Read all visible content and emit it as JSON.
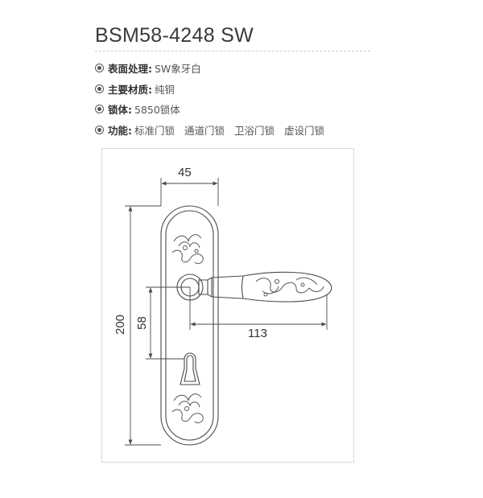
{
  "product": {
    "model": "BSM58-4248 SW"
  },
  "specs": [
    {
      "icon": "surface-icon",
      "label": "表面处理:",
      "values": [
        "SW象牙白"
      ]
    },
    {
      "icon": "material-icon",
      "label": "主要材质:",
      "values": [
        "纯铜"
      ]
    },
    {
      "icon": "lock-body-icon",
      "label": "锁体:",
      "values": [
        "5850锁体"
      ]
    },
    {
      "icon": "function-icon",
      "label": "功能:",
      "values": [
        "标准门锁",
        "通道门锁",
        "卫浴门锁",
        "虚设门锁"
      ]
    }
  ],
  "drawing": {
    "dimensions": {
      "plate_width": "45",
      "plate_height": "200",
      "handle_to_key": "58",
      "handle_length": "113"
    }
  },
  "colors": {
    "line": "#4a4a4a",
    "border": "#d9d9d9"
  }
}
